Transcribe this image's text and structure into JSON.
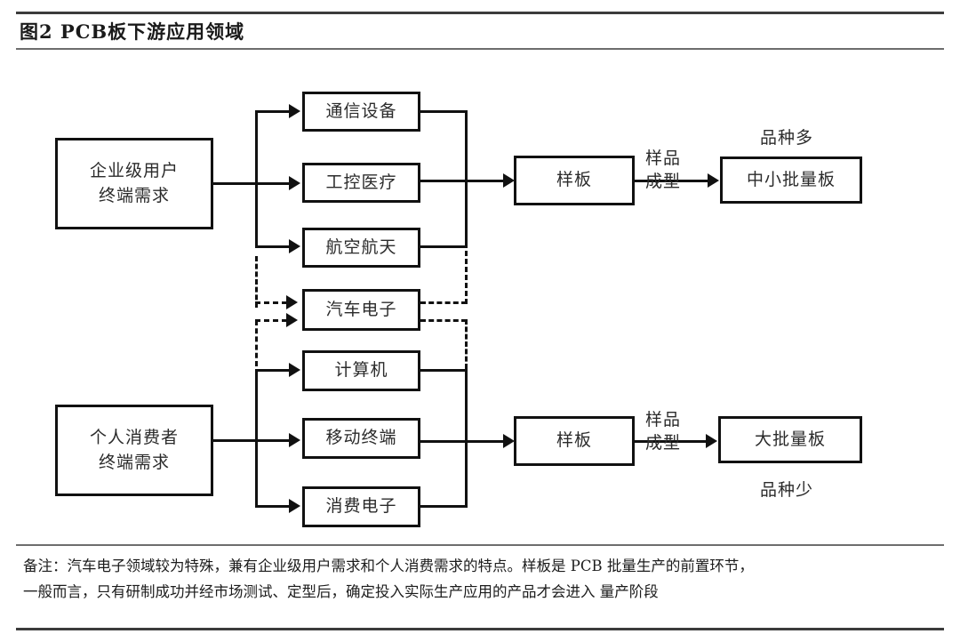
{
  "figure": {
    "title": "图2  PCB板下游应用领域",
    "note_lines": [
      "备注：汽车电子领域较为特殊，兼有企业级用户需求和个人消费需求的特点。样板是 PCB 批量生产的前置环节，",
      "一般而言，只有研制成功并经市场测试、定型后，确定投入实际生产应用的产品才会进入 量产阶段"
    ]
  },
  "diagram": {
    "sources": [
      {
        "id": "enterprise",
        "line1": "企业级用户",
        "line2": "终端需求"
      },
      {
        "id": "consumer",
        "line1": "个人消费者",
        "line2": "终端需求"
      }
    ],
    "applications": [
      {
        "id": "comm",
        "label": "通信设备"
      },
      {
        "id": "industrial",
        "label": "工控医疗"
      },
      {
        "id": "aerospace",
        "label": "航空航天"
      },
      {
        "id": "automotive",
        "label": "汽车电子"
      },
      {
        "id": "computer",
        "label": "计算机"
      },
      {
        "id": "mobile",
        "label": "移动终端"
      },
      {
        "id": "consumer_e",
        "label": "消费电子"
      }
    ],
    "prototypes": [
      {
        "id": "sample_top",
        "label": "样板"
      },
      {
        "id": "sample_bottom",
        "label": "样板"
      }
    ],
    "transition_labels": [
      {
        "id": "transition_top",
        "line1": "样品",
        "line2": "成型"
      },
      {
        "id": "transition_bottom",
        "line1": "样品",
        "line2": "成型"
      }
    ],
    "outputs": [
      {
        "id": "small_batch",
        "label": "中小批量板",
        "caption": "品种多",
        "caption_position": "above"
      },
      {
        "id": "mass_batch",
        "label": "大批量板",
        "caption": "品种少",
        "caption_position": "below"
      }
    ],
    "colors": {
      "line": "#111111",
      "box_border": "#111111",
      "text": "#2b2b2b",
      "background": "#ffffff"
    }
  }
}
